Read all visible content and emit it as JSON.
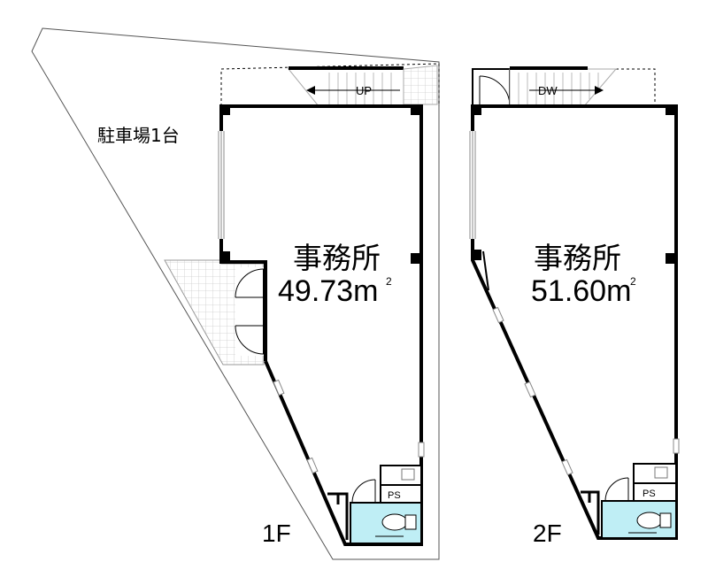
{
  "plan": {
    "floor1": {
      "label": "1F",
      "room_name": "事務所",
      "area_value": "49.73m",
      "area_unit_sup": "2",
      "stairs_label": "UP",
      "ps_label": "PS",
      "parking_label": "駐車場1台"
    },
    "floor2": {
      "label": "2F",
      "room_name": "事務所",
      "area_value": "51.60m",
      "area_unit_sup": "2",
      "stairs_label": "DW",
      "ps_label": "PS"
    },
    "colors": {
      "wall": "#000000",
      "toilet_fill": "#bfeef5",
      "entrance_grid": "#cccccc"
    }
  }
}
